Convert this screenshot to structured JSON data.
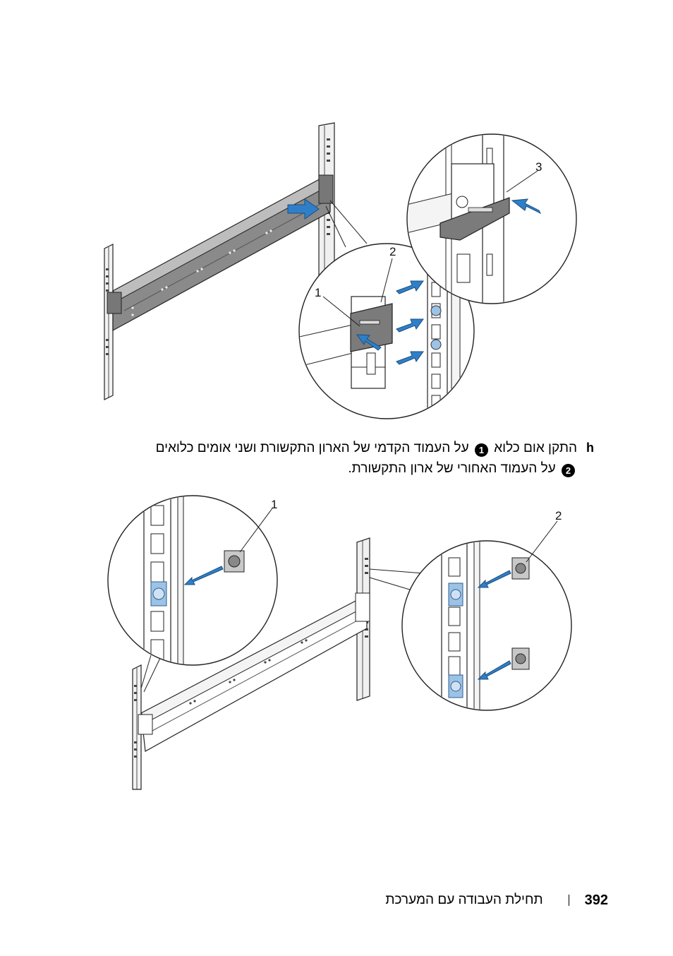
{
  "figure_top": {
    "callouts": [
      "1",
      "2",
      "3"
    ]
  },
  "step": {
    "letter": "h",
    "line1_before": "התקן אום כלוא",
    "marker1": "1",
    "line1_after": "על העמוד הקדמי של הארון התקשורת ושני אומים כלואים",
    "marker2": "2",
    "line2_after": "על העמוד האחורי של ארון התקשורת."
  },
  "figure_bottom": {
    "callouts": [
      "1",
      "2"
    ]
  },
  "footer": {
    "page_number": "392",
    "title": "תחילת העבודה עם המערכת"
  },
  "colors": {
    "arrow_blue": "#2f7fc8",
    "rail_gray": "#8a8a8a",
    "cage_nut_blue": "#9cc2e5"
  }
}
